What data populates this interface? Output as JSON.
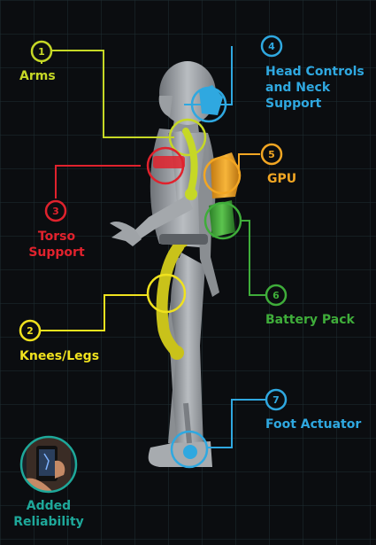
{
  "colors": {
    "background": "#0b0d10",
    "grid": "#1f2e33",
    "arms": "#c6d826",
    "head": "#2fa8e0",
    "gpu": "#f2a623",
    "torso": "#e0222d",
    "battery": "#3fad3a",
    "knees": "#f0e21e",
    "foot": "#2fa8e0",
    "reliability": "#1ea89a"
  },
  "callouts": [
    {
      "id": "arms",
      "number": "1",
      "label": "Arms"
    },
    {
      "id": "knees",
      "number": "2",
      "label": "Knees/Legs"
    },
    {
      "id": "torso",
      "number": "3",
      "label": "Torso Support"
    },
    {
      "id": "head",
      "number": "4",
      "label": "Head Controls and Neck Support"
    },
    {
      "id": "gpu",
      "number": "5",
      "label": "GPU"
    },
    {
      "id": "battery",
      "number": "6",
      "label": "Battery Pack"
    },
    {
      "id": "foot",
      "number": "7",
      "label": "Foot Actuator"
    }
  ],
  "reliability": {
    "label": "Added Reliability",
    "icon": "phone-in-hand-icon"
  }
}
